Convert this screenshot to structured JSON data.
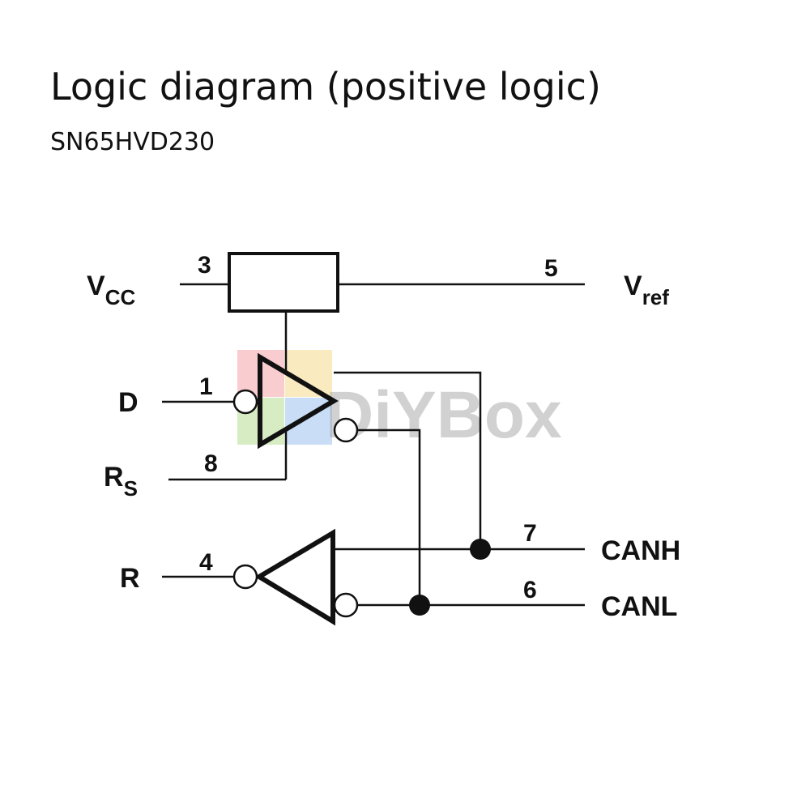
{
  "header": {
    "title": "Logic diagram (positive logic)",
    "subtitle": "SN65HVD230"
  },
  "diagram": {
    "signals": {
      "vcc_main": "V",
      "vcc_sub": "CC",
      "vref_main": "V",
      "vref_sub": "ref",
      "d": "D",
      "rs_main": "R",
      "rs_sub": "S",
      "r": "R",
      "canh": "CANH",
      "canl": "CANL"
    },
    "pins": {
      "vcc": "3",
      "vref": "5",
      "d": "1",
      "rs": "8",
      "r": "4",
      "canh": "7",
      "canl": "6"
    },
    "watermark": {
      "text": "DiYBox",
      "colors": [
        "#f4a3a8",
        "#f6d98b",
        "#b6dd8f",
        "#9cc3ee"
      ]
    },
    "line_color": "#111111"
  }
}
